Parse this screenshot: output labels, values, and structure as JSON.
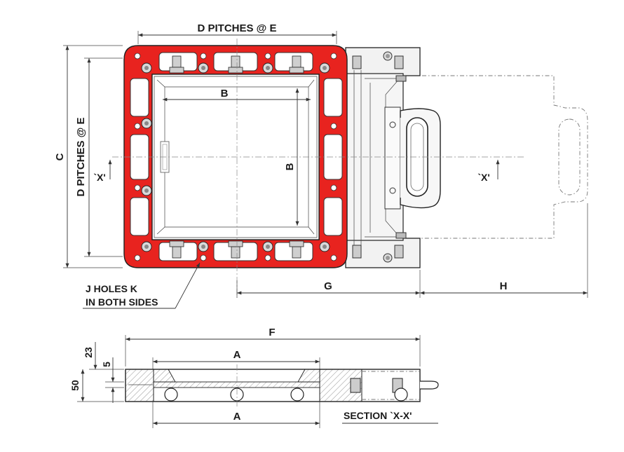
{
  "labels": {
    "d_pitches_top": "D PITCHES @ E",
    "d_pitches_side": "D PITCHES @ E",
    "dim_b_horizontal": "B",
    "dim_b_vertical": "B",
    "dim_c": "C",
    "dim_g": "G",
    "dim_h": "H",
    "dim_f": "F",
    "dim_a_top": "A",
    "dim_a_bottom": "A",
    "dim_23": "23",
    "dim_5": "5",
    "dim_50": "50",
    "section_left": "`X'",
    "section_right": "`X'",
    "holes_line1": "J HOLES K",
    "holes_line2": "IN BOTH SIDES",
    "section_title": "SECTION `X-X'"
  },
  "colors": {
    "frame_red": "#e8231f",
    "metal_light": "#f2f2f2",
    "ink": "#1a1a1a"
  }
}
